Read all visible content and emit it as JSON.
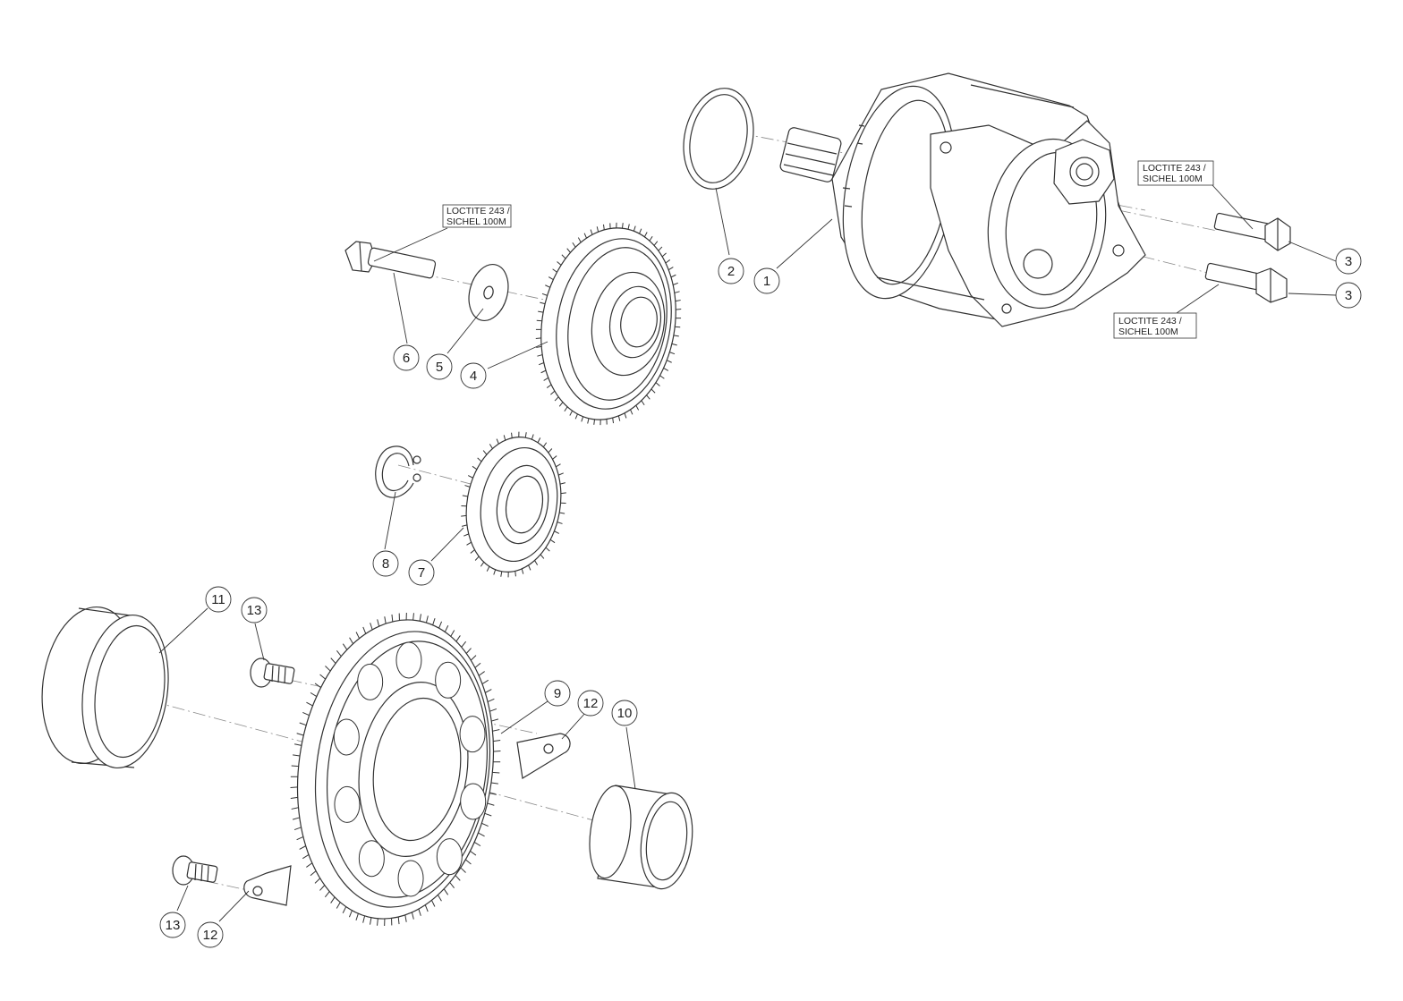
{
  "callouts": [
    {
      "id": "c1",
      "label": "1"
    },
    {
      "id": "c2",
      "label": "2"
    },
    {
      "id": "c3a",
      "label": "3"
    },
    {
      "id": "c3b",
      "label": "3"
    },
    {
      "id": "c4",
      "label": "4"
    },
    {
      "id": "c5",
      "label": "5"
    },
    {
      "id": "c6",
      "label": "6"
    },
    {
      "id": "c7",
      "label": "7"
    },
    {
      "id": "c8",
      "label": "8"
    },
    {
      "id": "c9",
      "label": "9"
    },
    {
      "id": "c10",
      "label": "10"
    },
    {
      "id": "c11",
      "label": "11"
    },
    {
      "id": "c12a",
      "label": "12"
    },
    {
      "id": "c12b",
      "label": "12"
    },
    {
      "id": "c13a",
      "label": "13"
    },
    {
      "id": "c13b",
      "label": "13"
    }
  ],
  "notes": [
    {
      "id": "n-top-left",
      "line1": "LOCTITE 243 /",
      "line2": "SICHEL 100M"
    },
    {
      "id": "n-right-upper",
      "line1": "LOCTITE 243 /",
      "line2": "SICHEL 100M"
    },
    {
      "id": "n-right-lower",
      "line1": "LOCTITE 243 /",
      "line2": "SICHEL 100M"
    }
  ],
  "colors": {
    "stroke": "#333333",
    "axis": "#8a8a8a",
    "fill": "#ffffff"
  }
}
